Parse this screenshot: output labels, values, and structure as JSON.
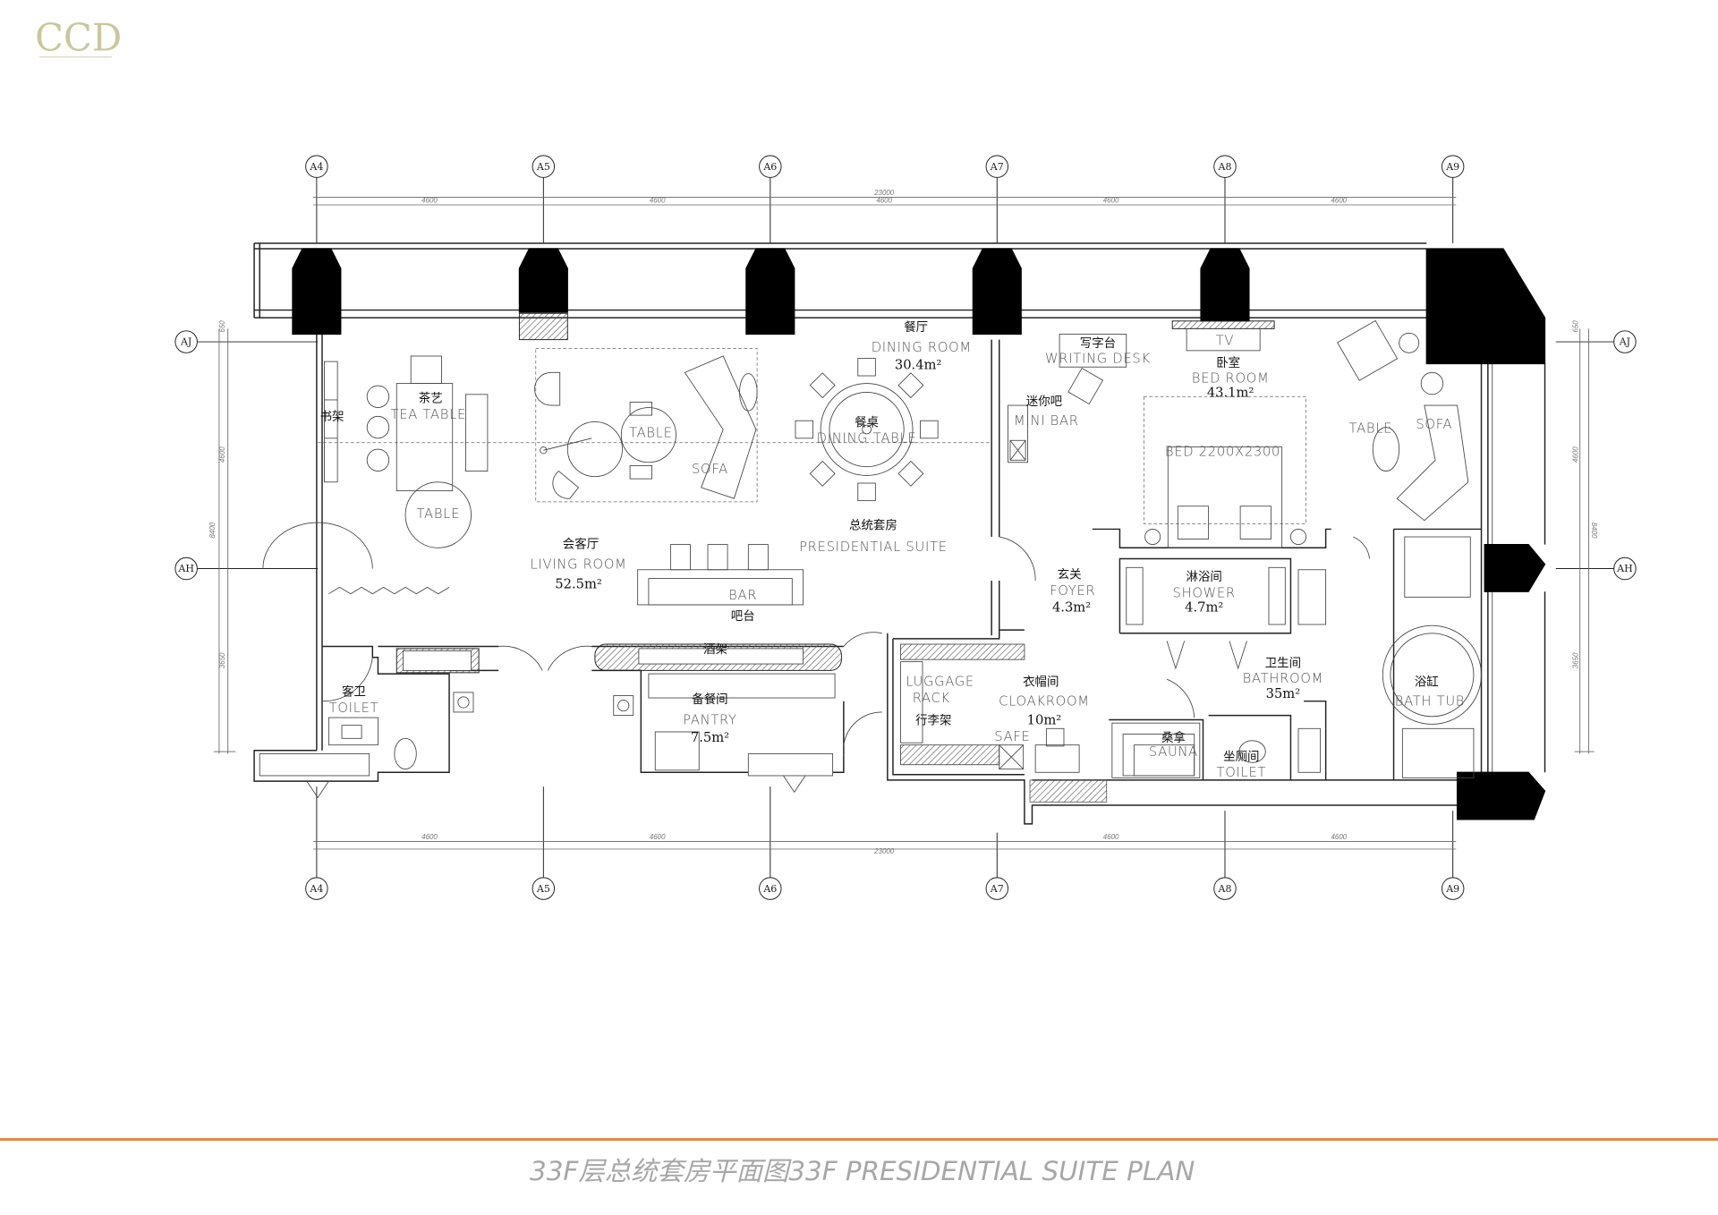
{
  "logo": {
    "text": "CCD"
  },
  "title": "33F层总统套房平面图33F PRESIDENTIAL SUITE PLAN",
  "colors": {
    "accent_line": "#e8864a",
    "logo": "#c9c79b",
    "title": "#a7a7a7"
  },
  "grid": {
    "columns": [
      "A4",
      "A5",
      "A6",
      "A7",
      "A8",
      "A9"
    ],
    "rows": [
      "AJ",
      "AH"
    ]
  },
  "dimensions": {
    "horizontal_total": "23000",
    "horizontal_bays": [
      "4600",
      "4600",
      "4600",
      "4600",
      "4600"
    ],
    "vertical_total": "8400",
    "vertical_parts": [
      "650",
      "4600",
      "3650"
    ]
  },
  "rooms": {
    "bookshelf": {
      "cn": "书架"
    },
    "tea": {
      "cn": "茶艺",
      "en": "TEA TABLE"
    },
    "living_table": {
      "en": "TABLE"
    },
    "living_table2": {
      "en": "TABLE"
    },
    "sofa": {
      "en": "SOFA"
    },
    "living": {
      "cn": "会客厅",
      "en": "LIVING ROOM",
      "area": "52.5m²"
    },
    "bar": {
      "cn": "吧台",
      "en": "BAR"
    },
    "wine_rack": {
      "cn": "酒架"
    },
    "dining": {
      "cn": "餐厅",
      "en": "DINING ROOM",
      "area": "30.4m²"
    },
    "dining_table": {
      "cn": "餐桌",
      "en": "DINING TABLE"
    },
    "suite": {
      "cn": "总统套房",
      "en": "PRESIDENTIAL SUITE"
    },
    "writing_desk": {
      "cn": "写字台",
      "en": "WRITING DESK"
    },
    "mini_bar": {
      "cn": "迷你吧",
      "en": "MINI BAR"
    },
    "bedroom": {
      "cn": "卧室",
      "en": "BED ROOM",
      "area": "43.1m²"
    },
    "tv": {
      "en": "TV"
    },
    "bed": {
      "en": "BED 2200X2300"
    },
    "bed_table": {
      "en": "TABLE"
    },
    "bed_sofa": {
      "en": "SOFA"
    },
    "foyer": {
      "cn": "玄关",
      "en": "FOYER",
      "area": "4.3m²"
    },
    "shower": {
      "cn": "淋浴间",
      "en": "SHOWER",
      "area": "4.7m²"
    },
    "bathroom": {
      "cn": "卫生间",
      "en": "BATHROOM",
      "area": "35m²"
    },
    "bathtub": {
      "cn": "浴缸",
      "en": "BATH TUB"
    },
    "cloakroom": {
      "cn": "衣帽间",
      "en": "CLOAKROOM",
      "area": "10m²"
    },
    "luggage": {
      "cn": "行李架",
      "en1": "LUGGAGE",
      "en2": "RACK"
    },
    "safe": {
      "en": "SAFE"
    },
    "sauna": {
      "cn": "桑拿",
      "en": "SAUNA"
    },
    "wc": {
      "cn": "坐厕间",
      "en": "TOILET"
    },
    "guest_toilet": {
      "cn": "客卫",
      "en": "TOILET"
    },
    "pantry": {
      "cn": "备餐间",
      "en": "PANTRY",
      "area": "7.5m²"
    }
  }
}
